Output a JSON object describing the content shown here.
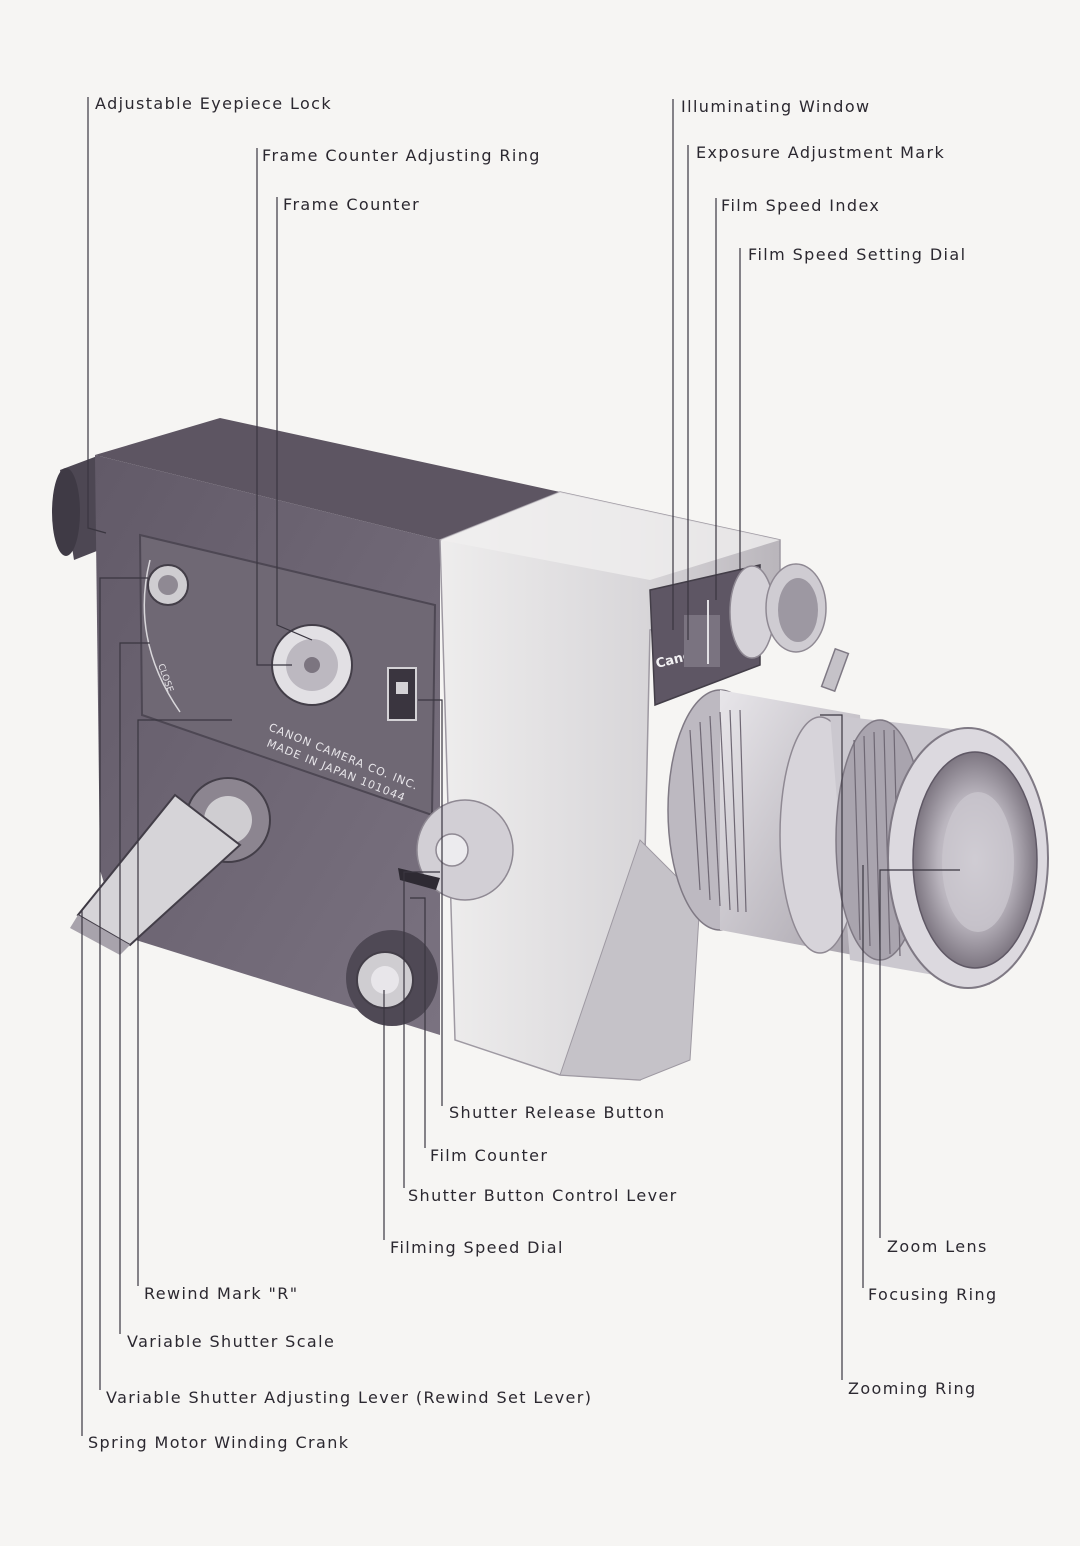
{
  "labels": {
    "adjustable_eyepiece_lock": "Adjustable Eyepiece Lock",
    "frame_counter_adjusting_ring": "Frame Counter Adjusting Ring",
    "frame_counter": "Frame Counter",
    "illuminating_window": "Illuminating Window",
    "exposure_adjustment_mark": "Exposure Adjustment Mark",
    "film_speed_index": "Film Speed Index",
    "film_speed_setting_dial": "Film Speed Setting Dial",
    "shutter_release_button": "Shutter Release Button",
    "film_counter": "Film Counter",
    "shutter_button_control_lever": "Shutter Button Control Lever",
    "filming_speed_dial": "Filming Speed Dial",
    "zoom_lens": "Zoom Lens",
    "rewind_mark_r": "Rewind Mark \"R\"",
    "focusing_ring": "Focusing Ring",
    "variable_shutter_scale": "Variable Shutter Scale",
    "zooming_ring": "Zooming Ring",
    "variable_shutter_adjusting_lever": "Variable Shutter Adjusting Lever (Rewind Set Lever)",
    "spring_motor_winding_crank": "Spring Motor Winding Crank"
  },
  "camera_markings": {
    "brand": "Canon",
    "plate_line1": "CANON CAMERA CO. INC.",
    "plate_line2": "MADE IN JAPAN 101044",
    "close": "CLOSE"
  },
  "colors": {
    "body_dark": "#6c6470",
    "body_light": "#d9d7da",
    "ink": "#2b2830"
  }
}
